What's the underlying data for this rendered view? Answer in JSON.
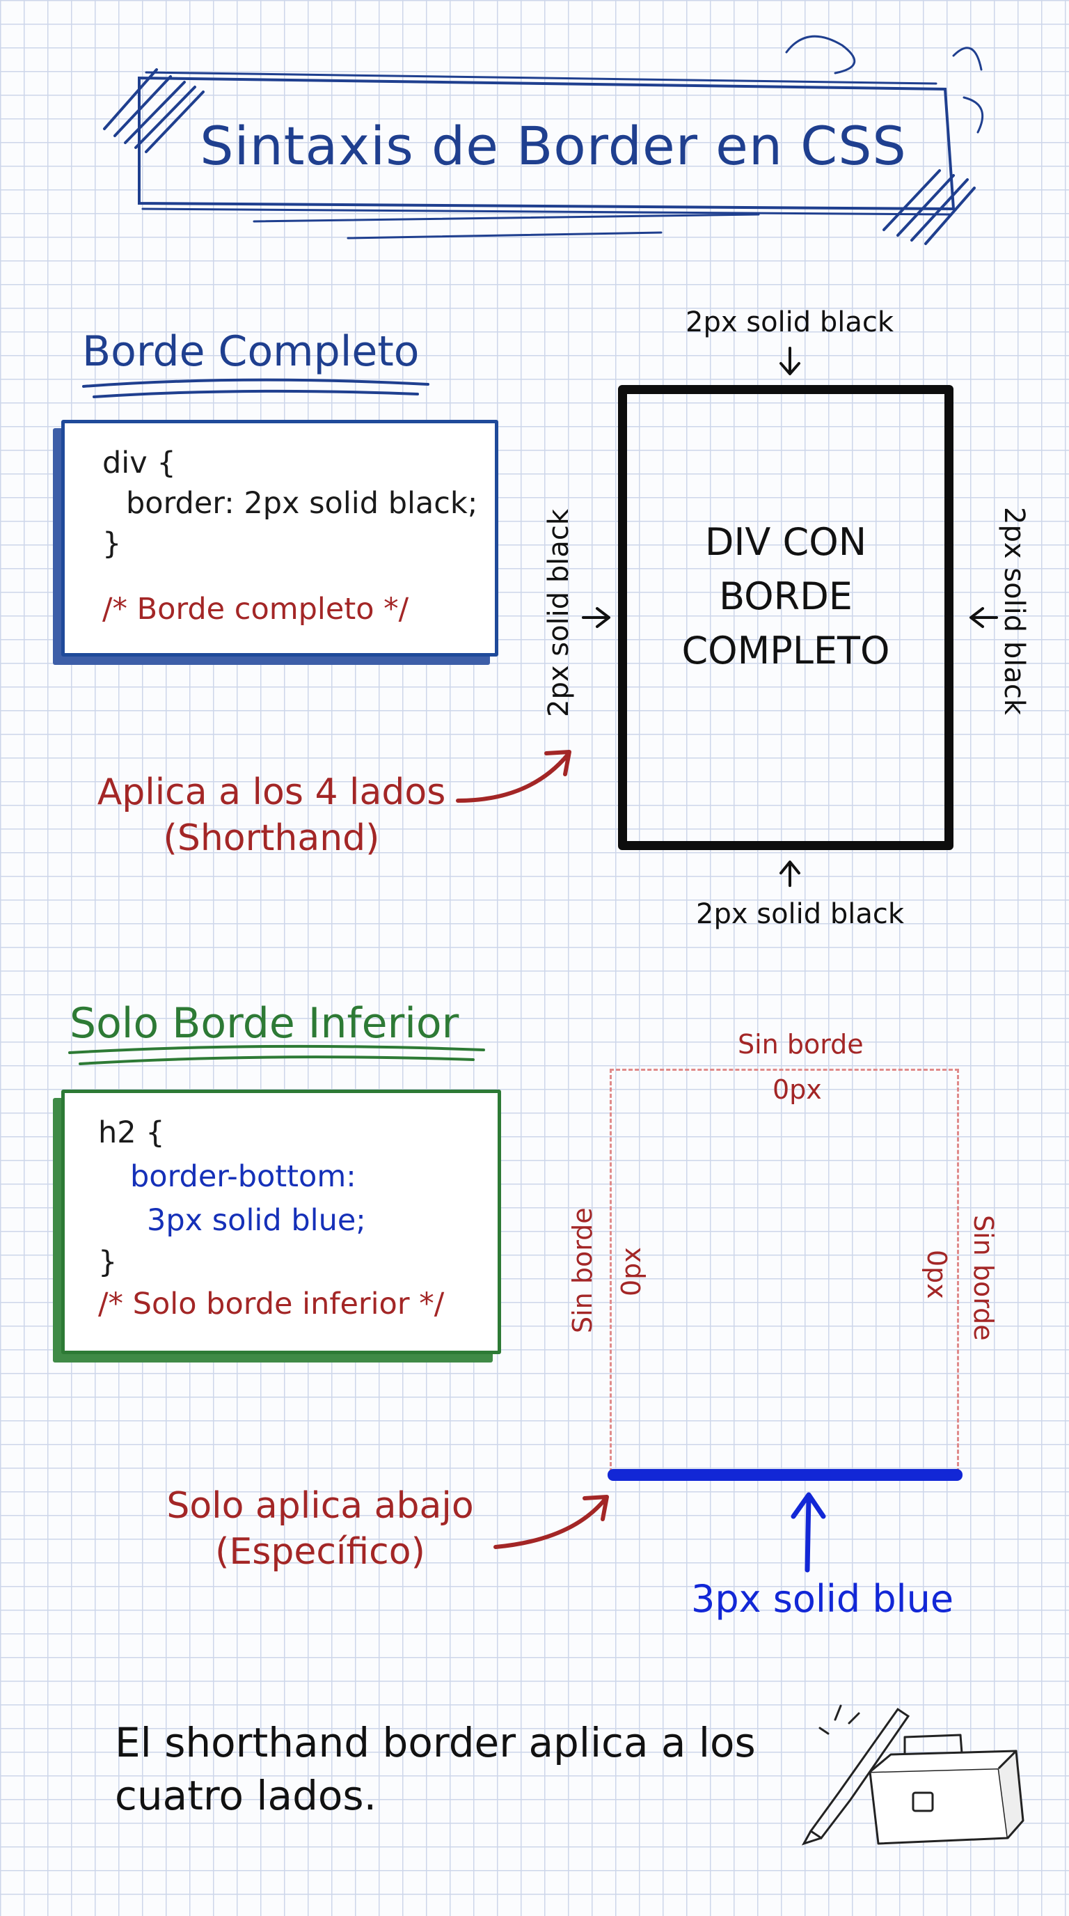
{
  "title": "Sintaxis de Border en CSS",
  "section_full": {
    "heading": "Borde Completo",
    "code": [
      "div {",
      "border: 2px solid black;",
      "}",
      "/* Borde completo */"
    ],
    "box_label": "DIV CON\nBORDE\nCOMPLETO",
    "side_labels": {
      "top": "2px solid black",
      "bottom": "2px solid black",
      "left": "2px solid black",
      "right": "2px solid black"
    },
    "note": "Aplica a los 4 lados\n(Shorthand)",
    "colors": {
      "heading": "#1f3f8f",
      "border": "#0d0d0d",
      "comment": "#a32626"
    }
  },
  "section_bottom": {
    "heading": "Solo Borde Inferior",
    "code": [
      "h2 {",
      "border-bottom:",
      "3px solid blue;",
      "}",
      "/* Solo borde inferior */"
    ],
    "top_label": "Sin borde",
    "top_value": "0px",
    "left_label": "Sin borde",
    "left_value": "0px",
    "right_label": "Sin borde",
    "right_value": "0px",
    "bottom_caption": "3px solid blue",
    "note": "Solo aplica abajo\n(Específico)",
    "colors": {
      "heading": "#2d7a35",
      "bottom_border": "#1227d6",
      "no_border": "#e08a8a"
    }
  },
  "footer": "El shorthand border aplica a los cuatro lados.",
  "icons": [
    "paintbrush-icon",
    "toolbox-icon"
  ]
}
